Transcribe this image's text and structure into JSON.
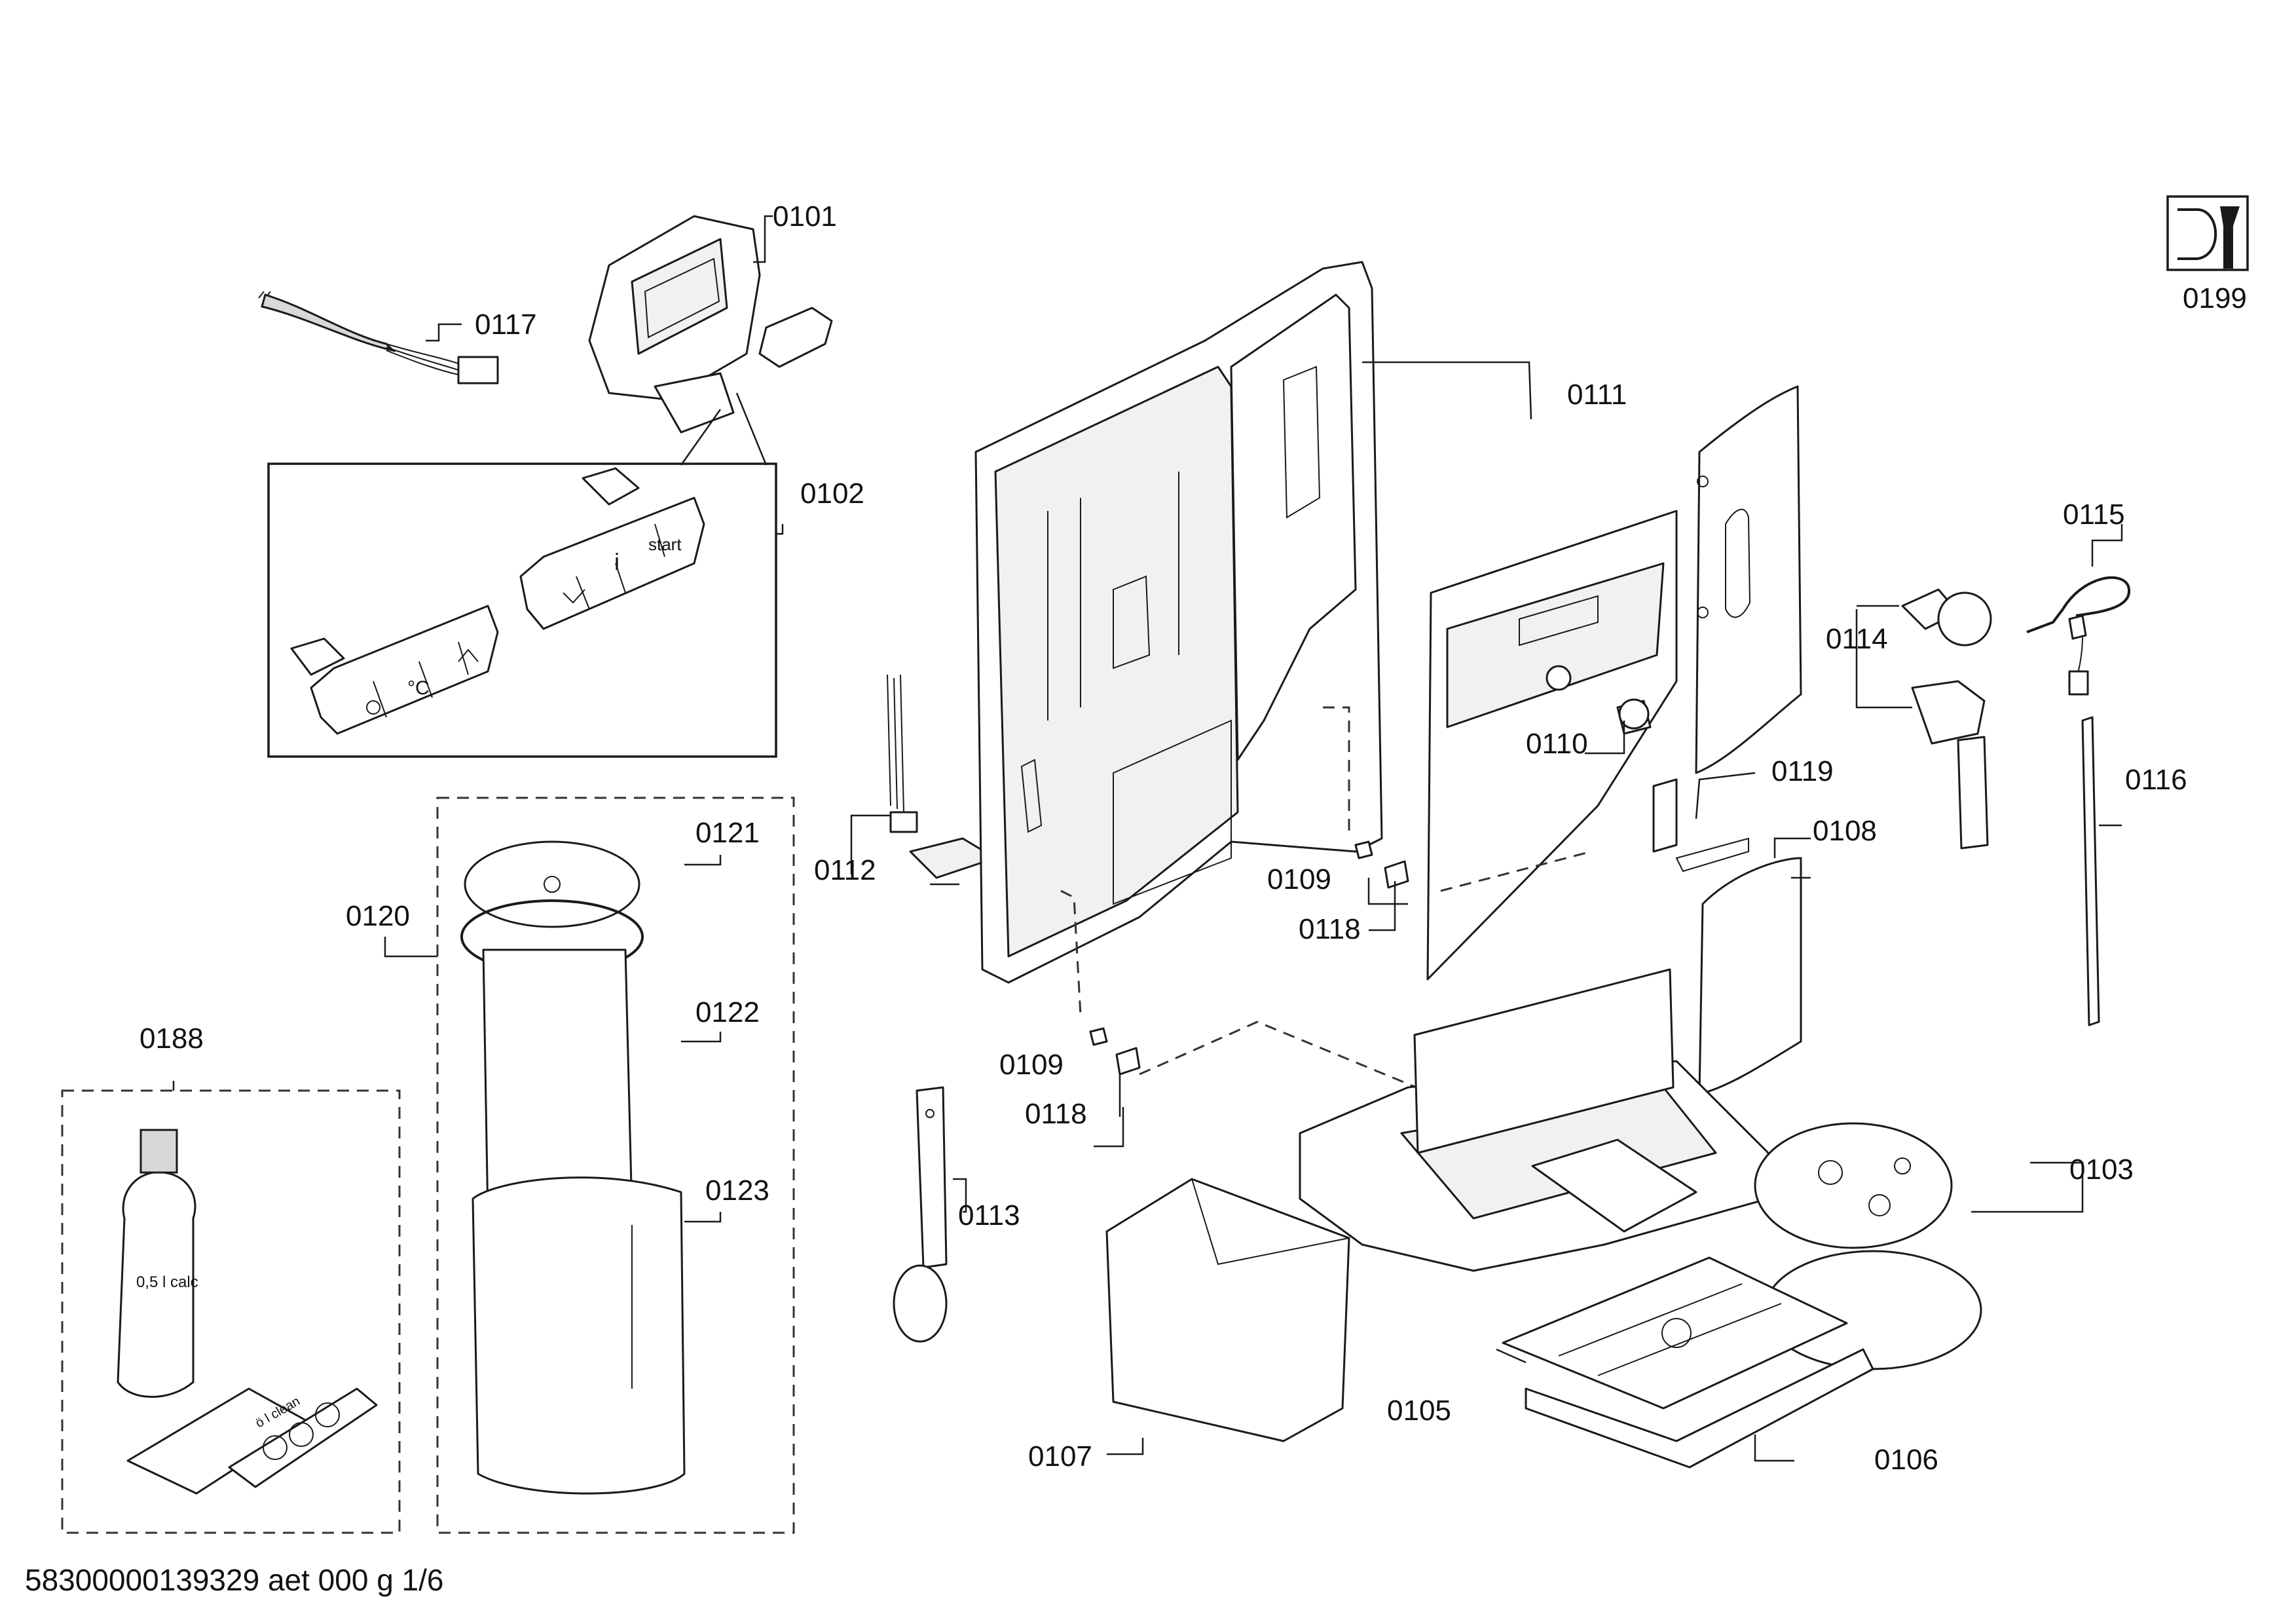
{
  "document_id": "58300000139329 aet 000 g 1/6",
  "symbol": {
    "name": "tool-wrench-icon",
    "label": "0199"
  },
  "part_labels": [
    "0101",
    "0102",
    "0103",
    "0105",
    "0106",
    "0107",
    "0108",
    "0109",
    "0109",
    "0110",
    "0111",
    "0112",
    "0113",
    "0114",
    "0115",
    "0116",
    "0117",
    "0118",
    "0118",
    "0119",
    "0120",
    "0121",
    "0122",
    "0123",
    "0188"
  ],
  "printed_text": {
    "button_temperature": "°C",
    "button_info": "i",
    "button_start": "start",
    "bottle_label": "0,5 l calc",
    "cleaning_card": "ö l clean"
  },
  "colors": {
    "line": "#1a1a1a",
    "fill": "#ffffff",
    "shade": "#f1f1f1"
  }
}
